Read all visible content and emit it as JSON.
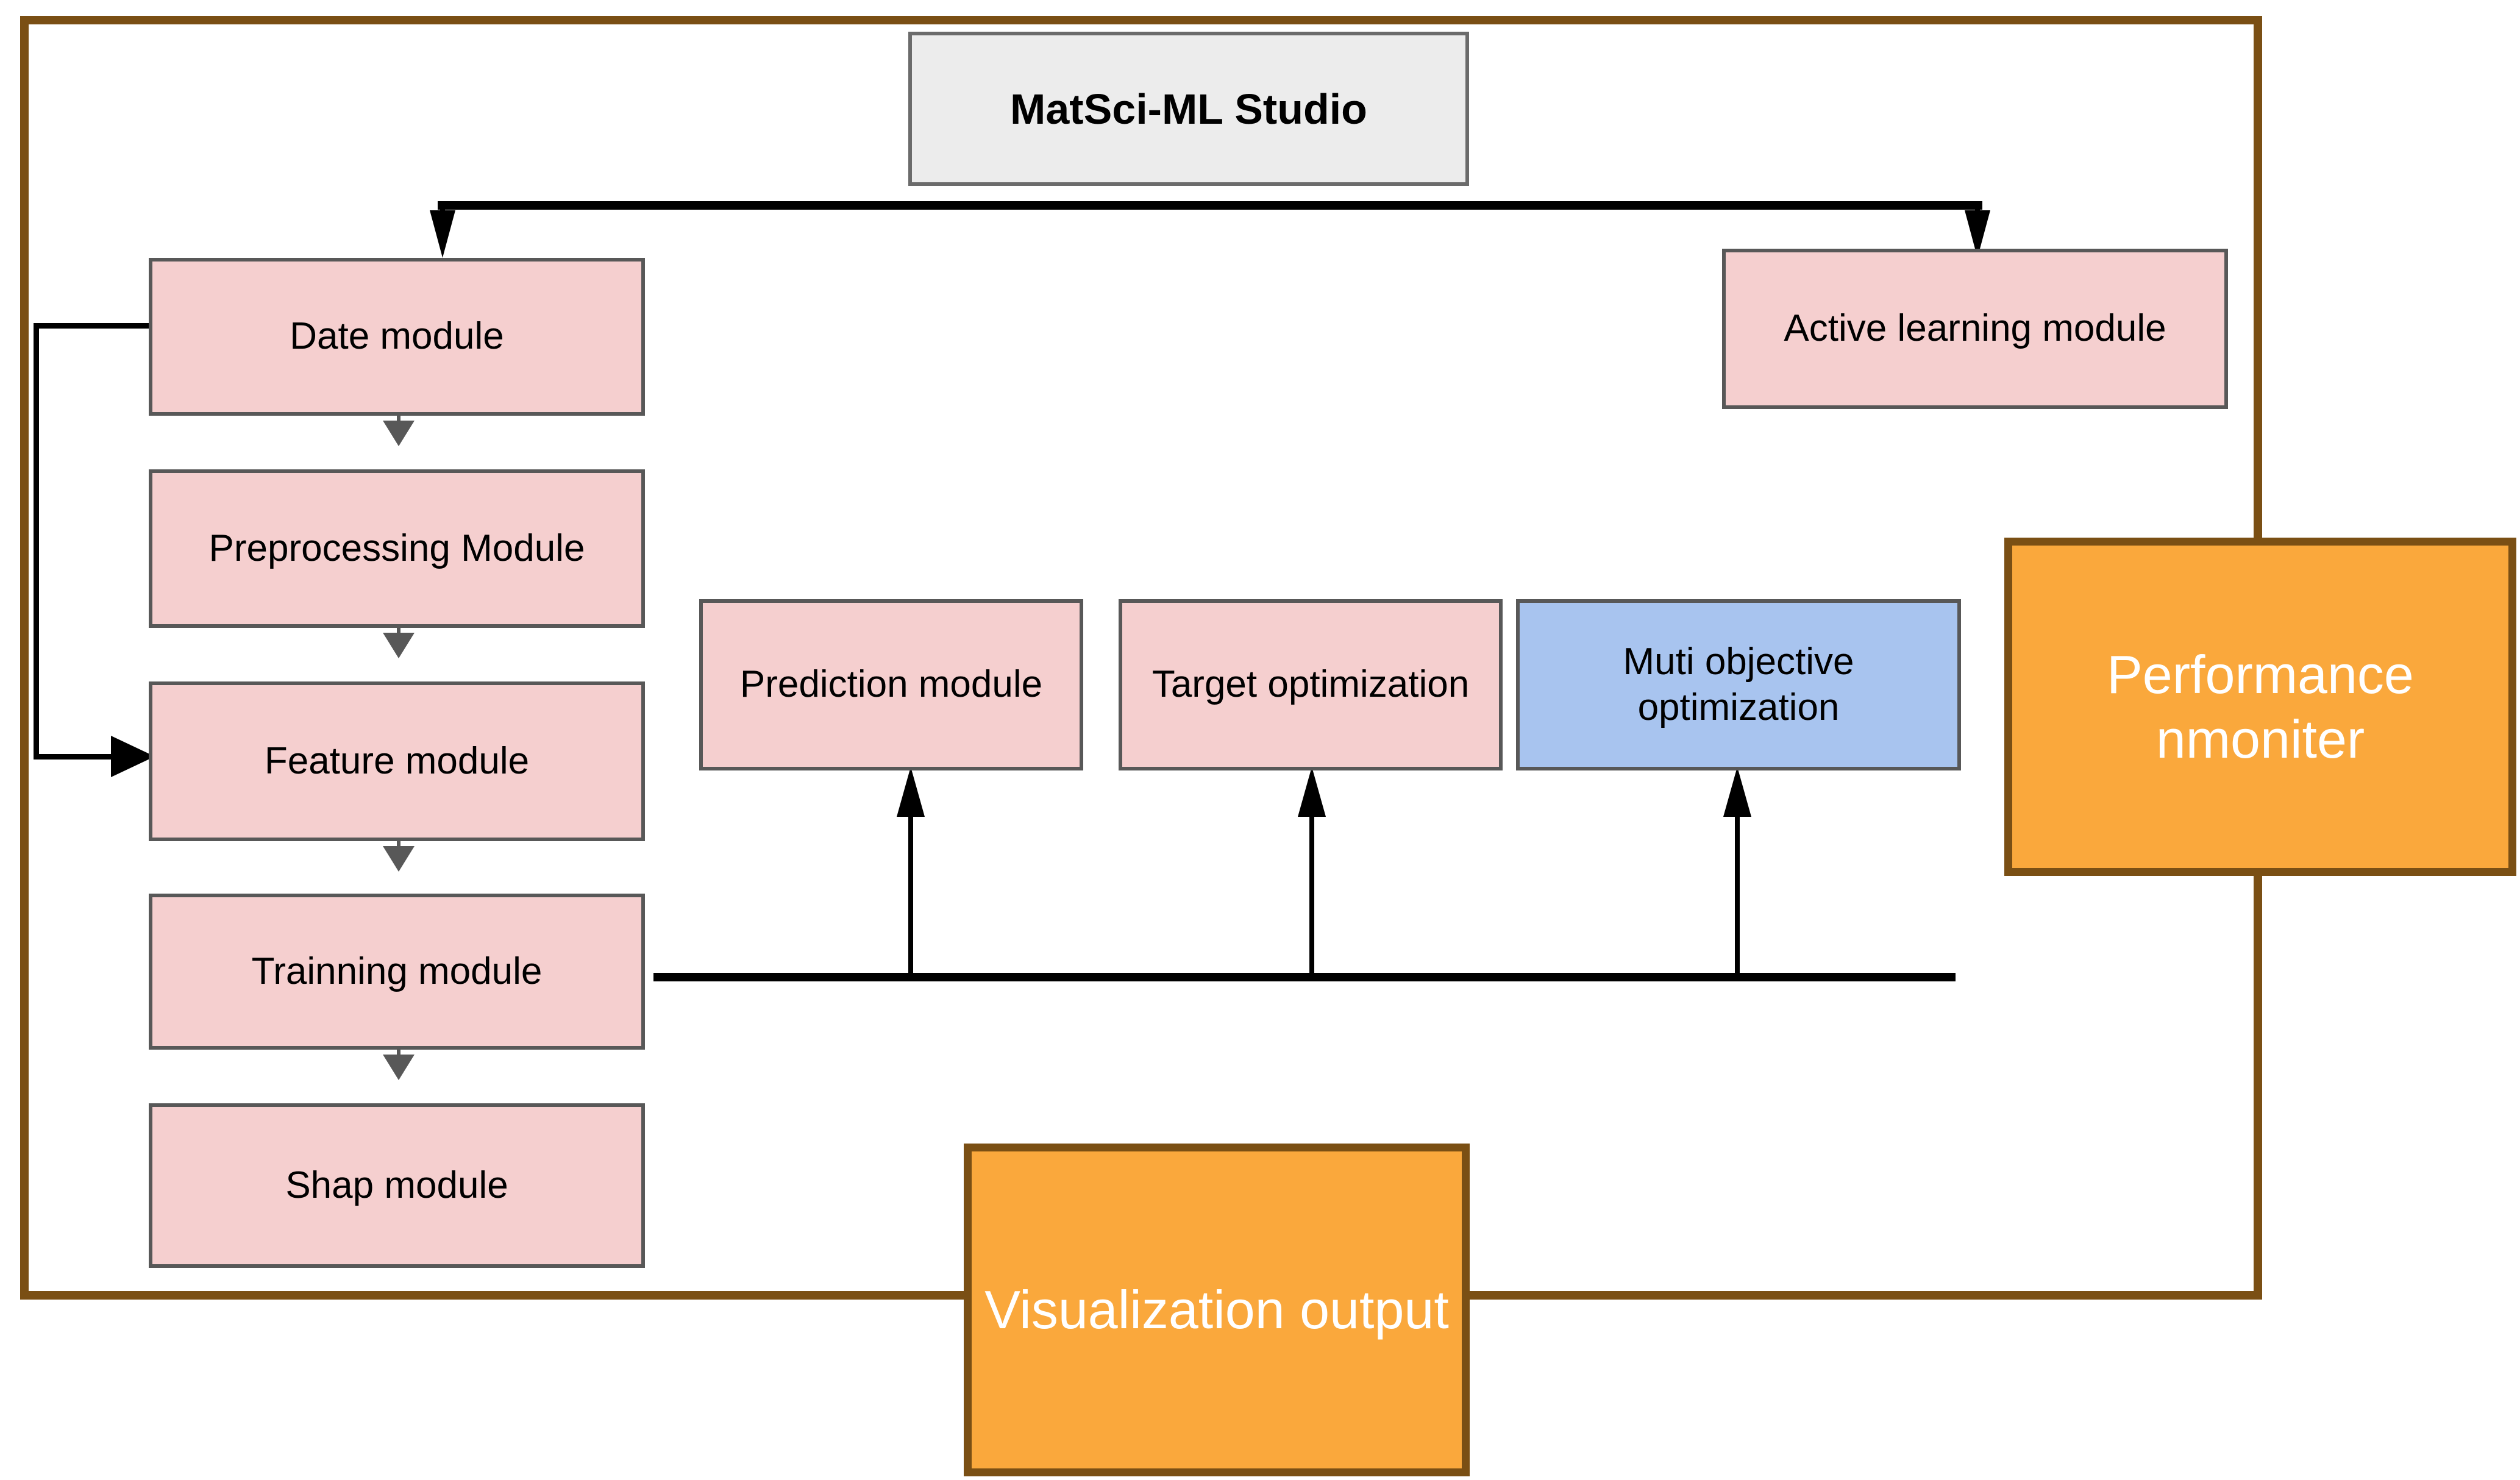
{
  "diagram": {
    "title_box": {
      "label": "MatSci-ML Studio"
    },
    "frame": {
      "border_color": "#7a4f14"
    },
    "colors": {
      "pink_fill": "#f5cfcf",
      "blue_fill": "#a8c4ef",
      "orange_fill": "#faa83c",
      "grey_fill": "#ececec",
      "box_border": "#585858",
      "frame_border": "#7a4f14",
      "connector": "#000000",
      "orange_text": "#ffffff"
    },
    "nodes": [
      {
        "id": "matsci-ml-studio",
        "label": "MatSci-ML Studio",
        "style": "grey"
      },
      {
        "id": "date-module",
        "label": "Date module",
        "style": "pink"
      },
      {
        "id": "preprocessing-module",
        "label": "Preprocessing Module",
        "style": "pink"
      },
      {
        "id": "feature-module",
        "label": "Feature module",
        "style": "pink"
      },
      {
        "id": "trainning-module",
        "label": "Trainning module",
        "style": "pink"
      },
      {
        "id": "shap-module",
        "label": "Shap module",
        "style": "pink"
      },
      {
        "id": "active-learning-module",
        "label": "Active learning module",
        "style": "pink"
      },
      {
        "id": "prediction-module",
        "label": "Prediction module",
        "style": "pink"
      },
      {
        "id": "target-optimization",
        "label": "Target optimization",
        "style": "pink"
      },
      {
        "id": "muti-objective-optimization",
        "label": "Muti objective optimization",
        "style": "blue"
      },
      {
        "id": "performance-nmoniter",
        "label": "Performance nmoniter",
        "style": "orange"
      },
      {
        "id": "visualization-output",
        "label": "Visualization output",
        "style": "orange"
      }
    ],
    "edges": [
      {
        "from": "matsci-ml-studio",
        "to": "date-module",
        "type": "arrow-down"
      },
      {
        "from": "matsci-ml-studio",
        "to": "active-learning-module",
        "type": "arrow-down"
      },
      {
        "from": "date-module",
        "to": "preprocessing-module",
        "type": "arrow-down"
      },
      {
        "from": "preprocessing-module",
        "to": "feature-module",
        "type": "arrow-down"
      },
      {
        "from": "feature-module",
        "to": "trainning-module",
        "type": "arrow-down"
      },
      {
        "from": "trainning-module",
        "to": "shap-module",
        "type": "arrow-down"
      },
      {
        "from": "date-module",
        "to": "feature-module",
        "type": "feedback-loop-left"
      },
      {
        "from": "trainning-module",
        "to": "prediction-module",
        "type": "arrow-up"
      },
      {
        "from": "trainning-module",
        "to": "target-optimization",
        "type": "arrow-up"
      },
      {
        "from": "trainning-module",
        "to": "muti-objective-optimization",
        "type": "arrow-up"
      }
    ]
  }
}
